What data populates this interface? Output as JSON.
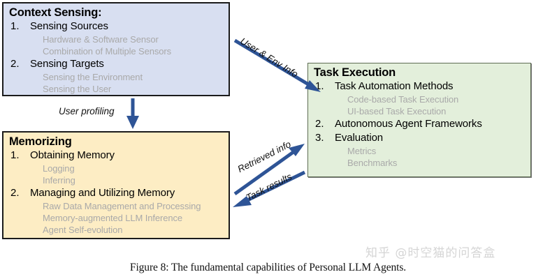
{
  "figure": {
    "caption": "Figure 8: The fundamental capabilities of Personal LLM Agents.",
    "watermark": "知乎 @时空猫的问答盒"
  },
  "boxes": {
    "context_sensing": {
      "title": "Context Sensing:",
      "fill_color": "#d8dff1",
      "items": [
        {
          "num": "1.",
          "label": "Sensing Sources",
          "subs": [
            "Hardware & Software Sensor",
            "Combination of Multiple Sensors"
          ]
        },
        {
          "num": "2.",
          "label": "Sensing Targets",
          "subs": [
            "Sensing the Environment",
            "Sensing the User"
          ]
        }
      ]
    },
    "memorizing": {
      "title": "Memorizing",
      "fill_color": "#fdedc4",
      "items": [
        {
          "num": "1.",
          "label": "Obtaining Memory",
          "subs": [
            "Logging",
            "Inferring"
          ]
        },
        {
          "num": "2.",
          "label": "Managing and Utilizing Memory",
          "subs": [
            "Raw Data Management and Processing",
            "Memory-augmented LLM Inference",
            "Agent Self-evolution"
          ]
        }
      ]
    },
    "task_execution": {
      "title": "Task Execution",
      "fill_color": "#e3efdb",
      "items": [
        {
          "num": "1.",
          "label": "Task Automation Methods",
          "subs": [
            "Code-based Task Execution",
            "UI-based Task Execution"
          ]
        },
        {
          "num": "2.",
          "label": "Autonomous Agent Frameworks",
          "subs": []
        },
        {
          "num": "3.",
          "label": "Evaluation",
          "subs": [
            "Metrics",
            "Benchmarks"
          ]
        }
      ]
    }
  },
  "arrows": {
    "color": "#2e5496",
    "user_env_info": "User & Env Info",
    "user_profiling": "User profiling",
    "retrieved_info": "Retrieved info",
    "task_results": "Task results"
  }
}
